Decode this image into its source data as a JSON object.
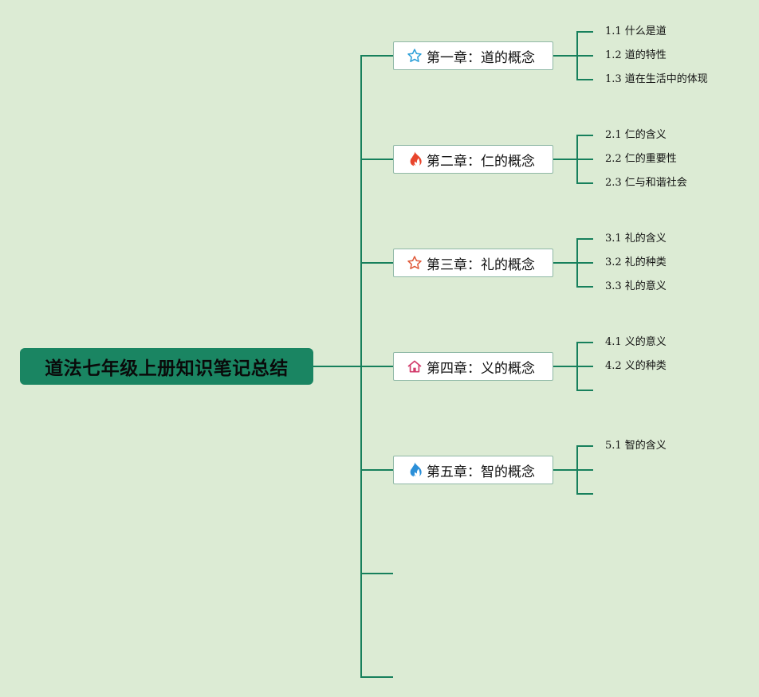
{
  "root": {
    "title": "道法七年级上册知识笔记总结"
  },
  "chapters": [
    {
      "label": "第一章：道的概念",
      "icon": "star-outline-icon",
      "icon_color": "#2b9fd8",
      "subs": [
        "1.1 什么是道",
        "1.2 道的特性",
        "1.3 道在生活中的体现"
      ]
    },
    {
      "label": "第二章：仁的概念",
      "icon": "flame-icon",
      "icon_color": "#e8452c",
      "subs": [
        "2.1 仁的含义",
        "2.2 仁的重要性",
        "2.3 仁与和谐社会"
      ]
    },
    {
      "label": "第三章：礼的概念",
      "icon": "star-outline-icon",
      "icon_color": "#e05a3a",
      "subs": [
        "3.1 礼的含义",
        "3.2 礼的种类",
        "3.3 礼的意义"
      ]
    },
    {
      "label": "第四章：义的概念",
      "icon": "home-icon",
      "icon_color": "#d23a6b",
      "subs": [
        "4.1 义的意义",
        "4.2 义的种类",
        ""
      ]
    },
    {
      "label": "第五章：智的概念",
      "icon": "flame-icon",
      "icon_color": "#2b8fd8",
      "subs": [
        "5.1 智的含义",
        "",
        ""
      ]
    }
  ],
  "colors": {
    "line": "#17805c",
    "background": "#dcebd4",
    "root": "#1a8562"
  }
}
